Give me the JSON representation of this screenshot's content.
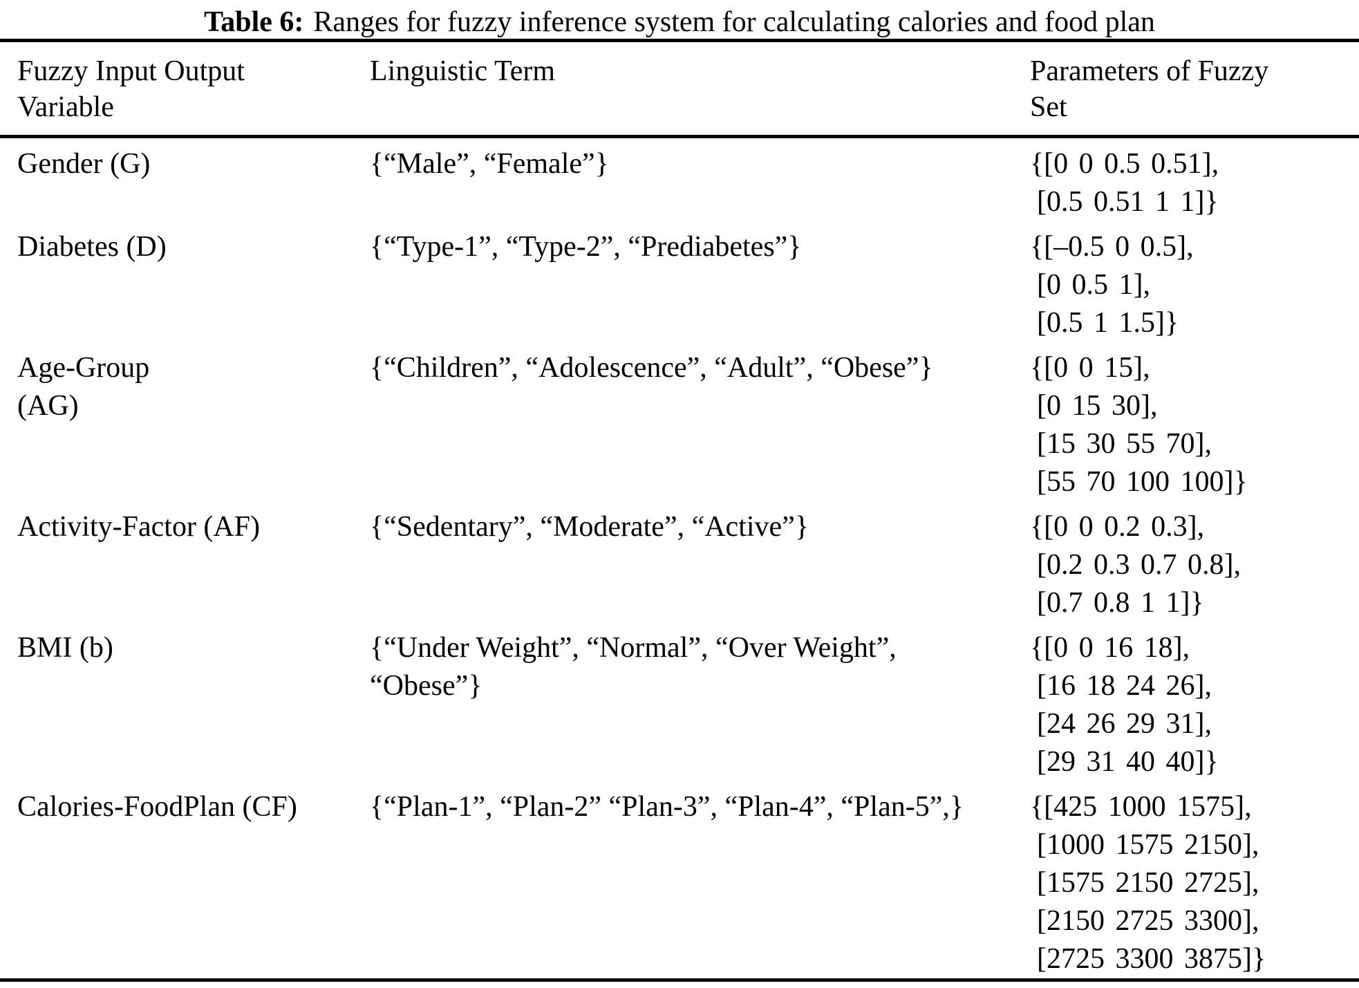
{
  "title": {
    "label": "Table 6:",
    "text": "Ranges for fuzzy inference system for calculating calories and food plan"
  },
  "header": {
    "variable": {
      "line1": "Fuzzy Input Output",
      "line2": "Variable"
    },
    "term": {
      "line1": "Linguistic Term"
    },
    "params": {
      "line1": "Parameters of Fuzzy",
      "line2": "Set"
    }
  },
  "rows": [
    {
      "variable": [
        "Gender (G)"
      ],
      "term": [
        "{“Male”, “Female”}"
      ],
      "params": [
        "{[0 0 0.5 0.51],",
        "[0.5 0.51 1 1]}"
      ]
    },
    {
      "variable": [
        "Diabetes (D)"
      ],
      "term": [
        "{“Type-1”, “Type-2”, “Prediabetes”}"
      ],
      "params": [
        "{[–0.5 0 0.5],",
        "[0 0.5 1],",
        "[0.5 1 1.5]}"
      ]
    },
    {
      "variable": [
        "Age-Group",
        "(AG)"
      ],
      "term": [
        "{“Children”, “Adolescence”, “Adult”, “Obese”}"
      ],
      "params": [
        "{[0 0 15],",
        "[0 15 30],",
        "[15 30 55 70],",
        "[55 70 100 100]}"
      ]
    },
    {
      "variable": [
        "Activity-Factor (AF)"
      ],
      "term": [
        "{“Sedentary”, “Moderate”, “Active”}"
      ],
      "params": [
        "{[0 0 0.2 0.3],",
        "[0.2 0.3 0.7 0.8],",
        "[0.7 0.8 1 1]}"
      ]
    },
    {
      "variable": [
        "BMI (b)"
      ],
      "term": [
        "{“Under Weight”, “Normal”, “Over Weight”,",
        "“Obese”}"
      ],
      "params": [
        "{[0 0 16 18],",
        "[16 18 24 26],",
        "[24 26 29 31],",
        "[29 31 40 40]}"
      ]
    },
    {
      "variable": [
        "Calories-FoodPlan (CF)"
      ],
      "term": [
        "{“Plan-1”, “Plan-2” “Plan-3”, “Plan-4”, “Plan-5”,}"
      ],
      "params": [
        "{[425 1000 1575],",
        "[1000 1575 2150],",
        "[1575 2150 2725],",
        "[2150 2725 3300],",
        "[2725 3300 3875]}"
      ]
    }
  ]
}
